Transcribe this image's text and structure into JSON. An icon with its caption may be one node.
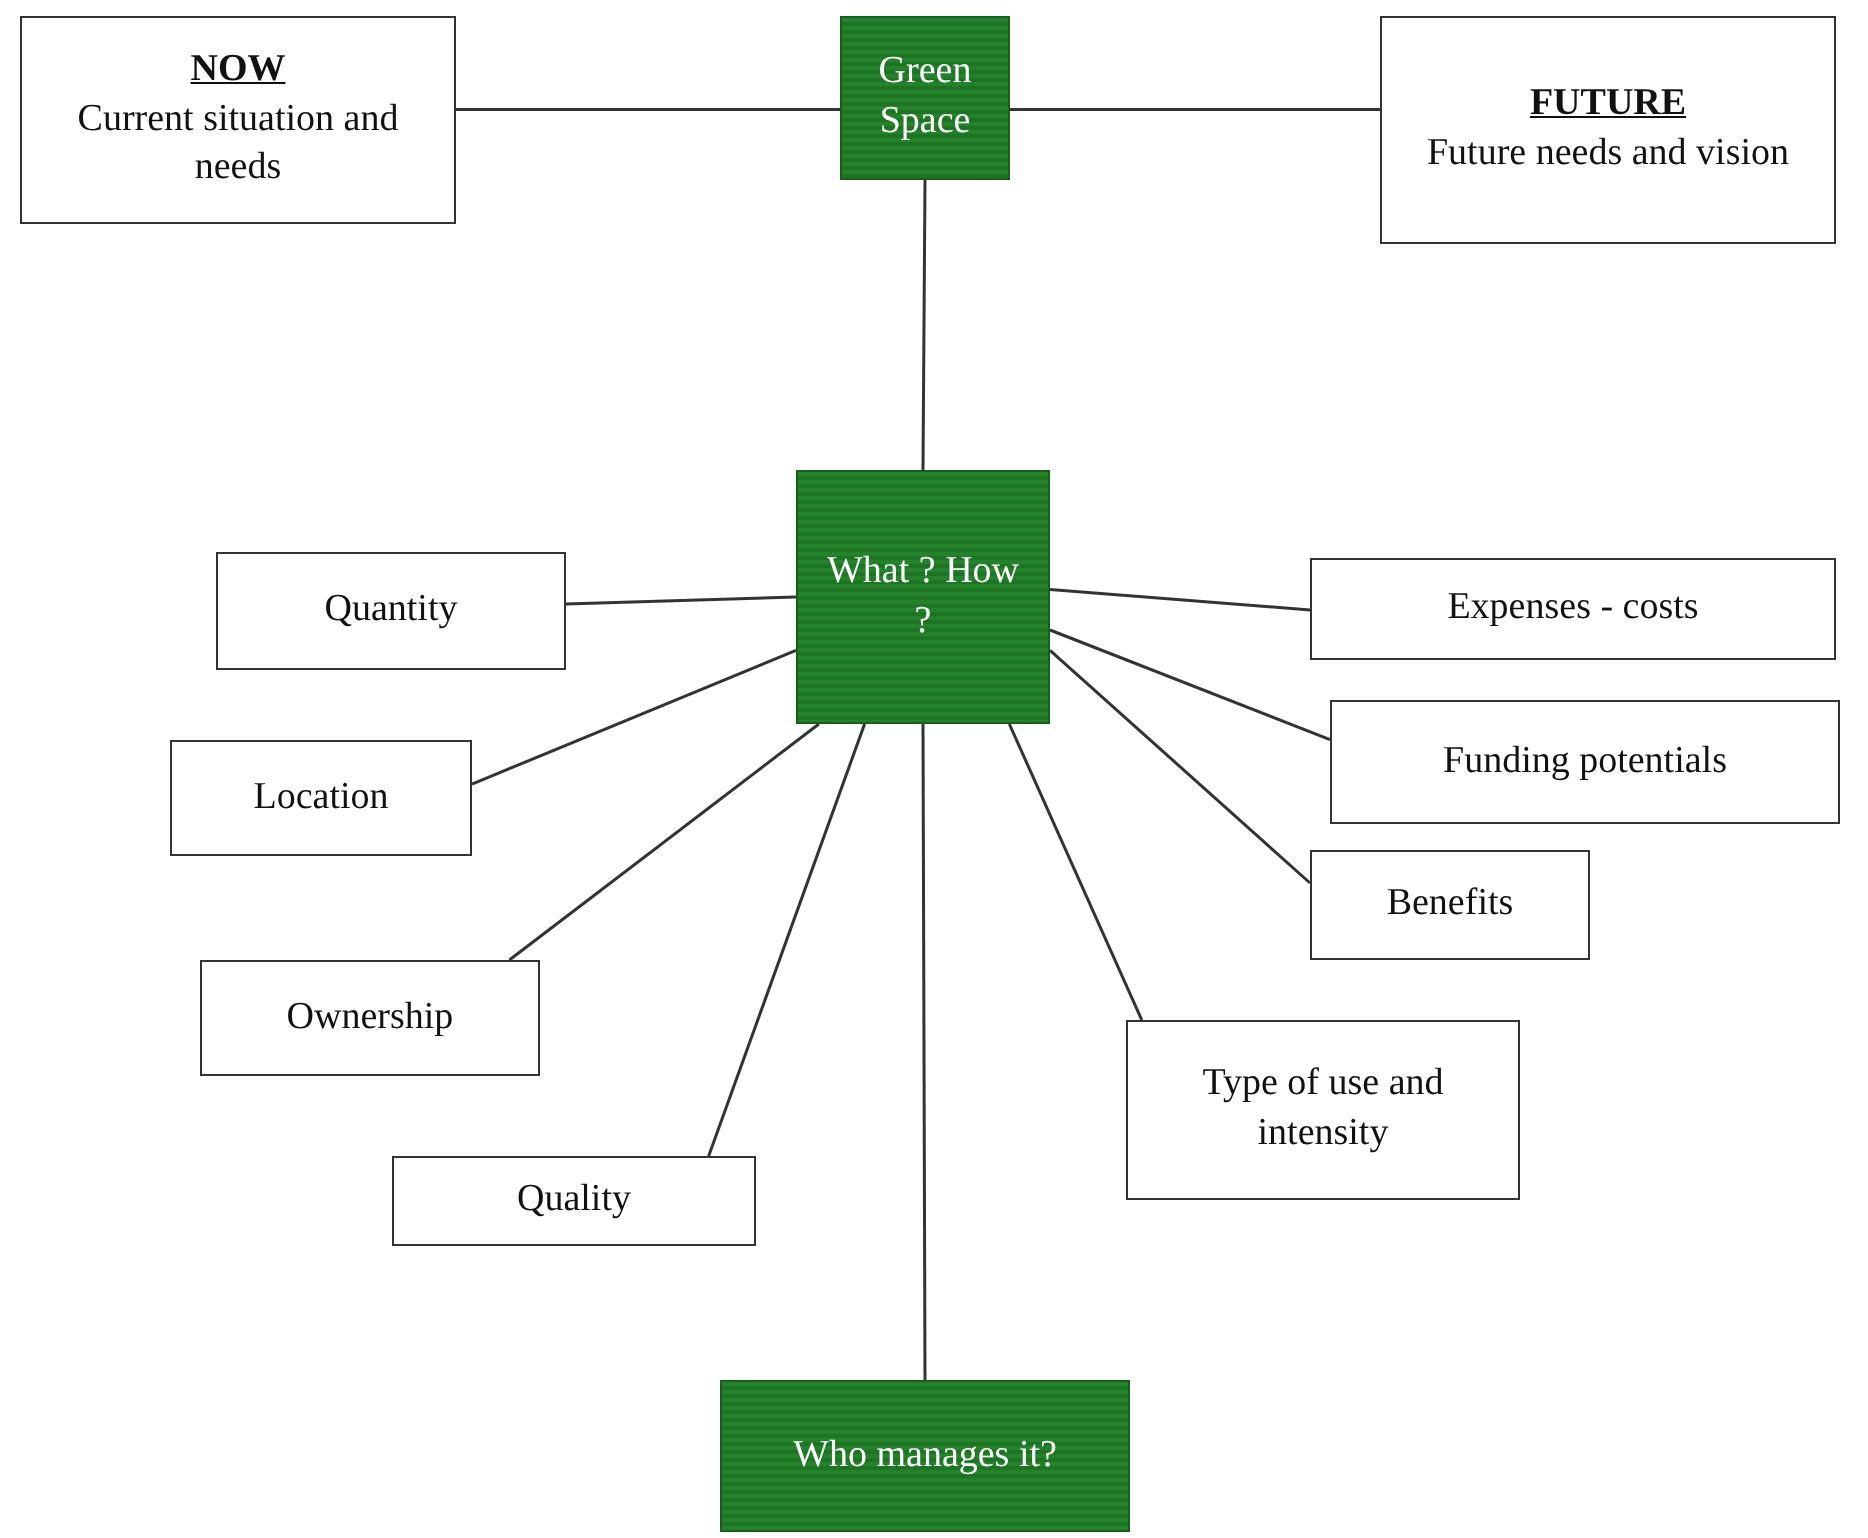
{
  "diagram": {
    "nodes": [
      {
        "text": [
          "NOW",
          "Current situation and needs"
        ]
      },
      {
        "text": [
          "Green Space"
        ]
      },
      {
        "text": [
          "FUTURE",
          "Future needs and vision"
        ]
      },
      {
        "text": [
          "What ? How ?"
        ]
      },
      {
        "text": [
          "Quantity"
        ]
      },
      {
        "text": [
          "Expenses - costs"
        ]
      },
      {
        "text": [
          "Location"
        ]
      },
      {
        "text": [
          "Funding potentials"
        ]
      },
      {
        "text": [
          "Benefits"
        ]
      },
      {
        "text": [
          "Ownership"
        ]
      },
      {
        "text": [
          "Type of use and intensity"
        ]
      },
      {
        "text": [
          "Quality"
        ]
      },
      {
        "text": [
          "Who manages it?"
        ]
      }
    ],
    "edges": [
      {
        "from": 0,
        "to": 1,
        "arrow": "none"
      },
      {
        "from": 1,
        "to": 2,
        "arrow": "none"
      },
      {
        "from": 1,
        "to": 3,
        "arrow": "none"
      },
      {
        "from": 3,
        "to": 4,
        "arrow": "none"
      },
      {
        "from": 3,
        "to": 5,
        "arrow": "none"
      },
      {
        "from": 3,
        "to": 6,
        "arrow": "none"
      },
      {
        "from": 3,
        "to": 7,
        "arrow": "none"
      },
      {
        "from": 3,
        "to": 8,
        "arrow": "none"
      },
      {
        "from": 3,
        "to": 9,
        "arrow": "none"
      },
      {
        "from": 3,
        "to": 10,
        "arrow": "none"
      },
      {
        "from": 3,
        "to": 11,
        "arrow": "none"
      },
      {
        "from": 3,
        "to": 12,
        "arrow": "none"
      }
    ]
  }
}
